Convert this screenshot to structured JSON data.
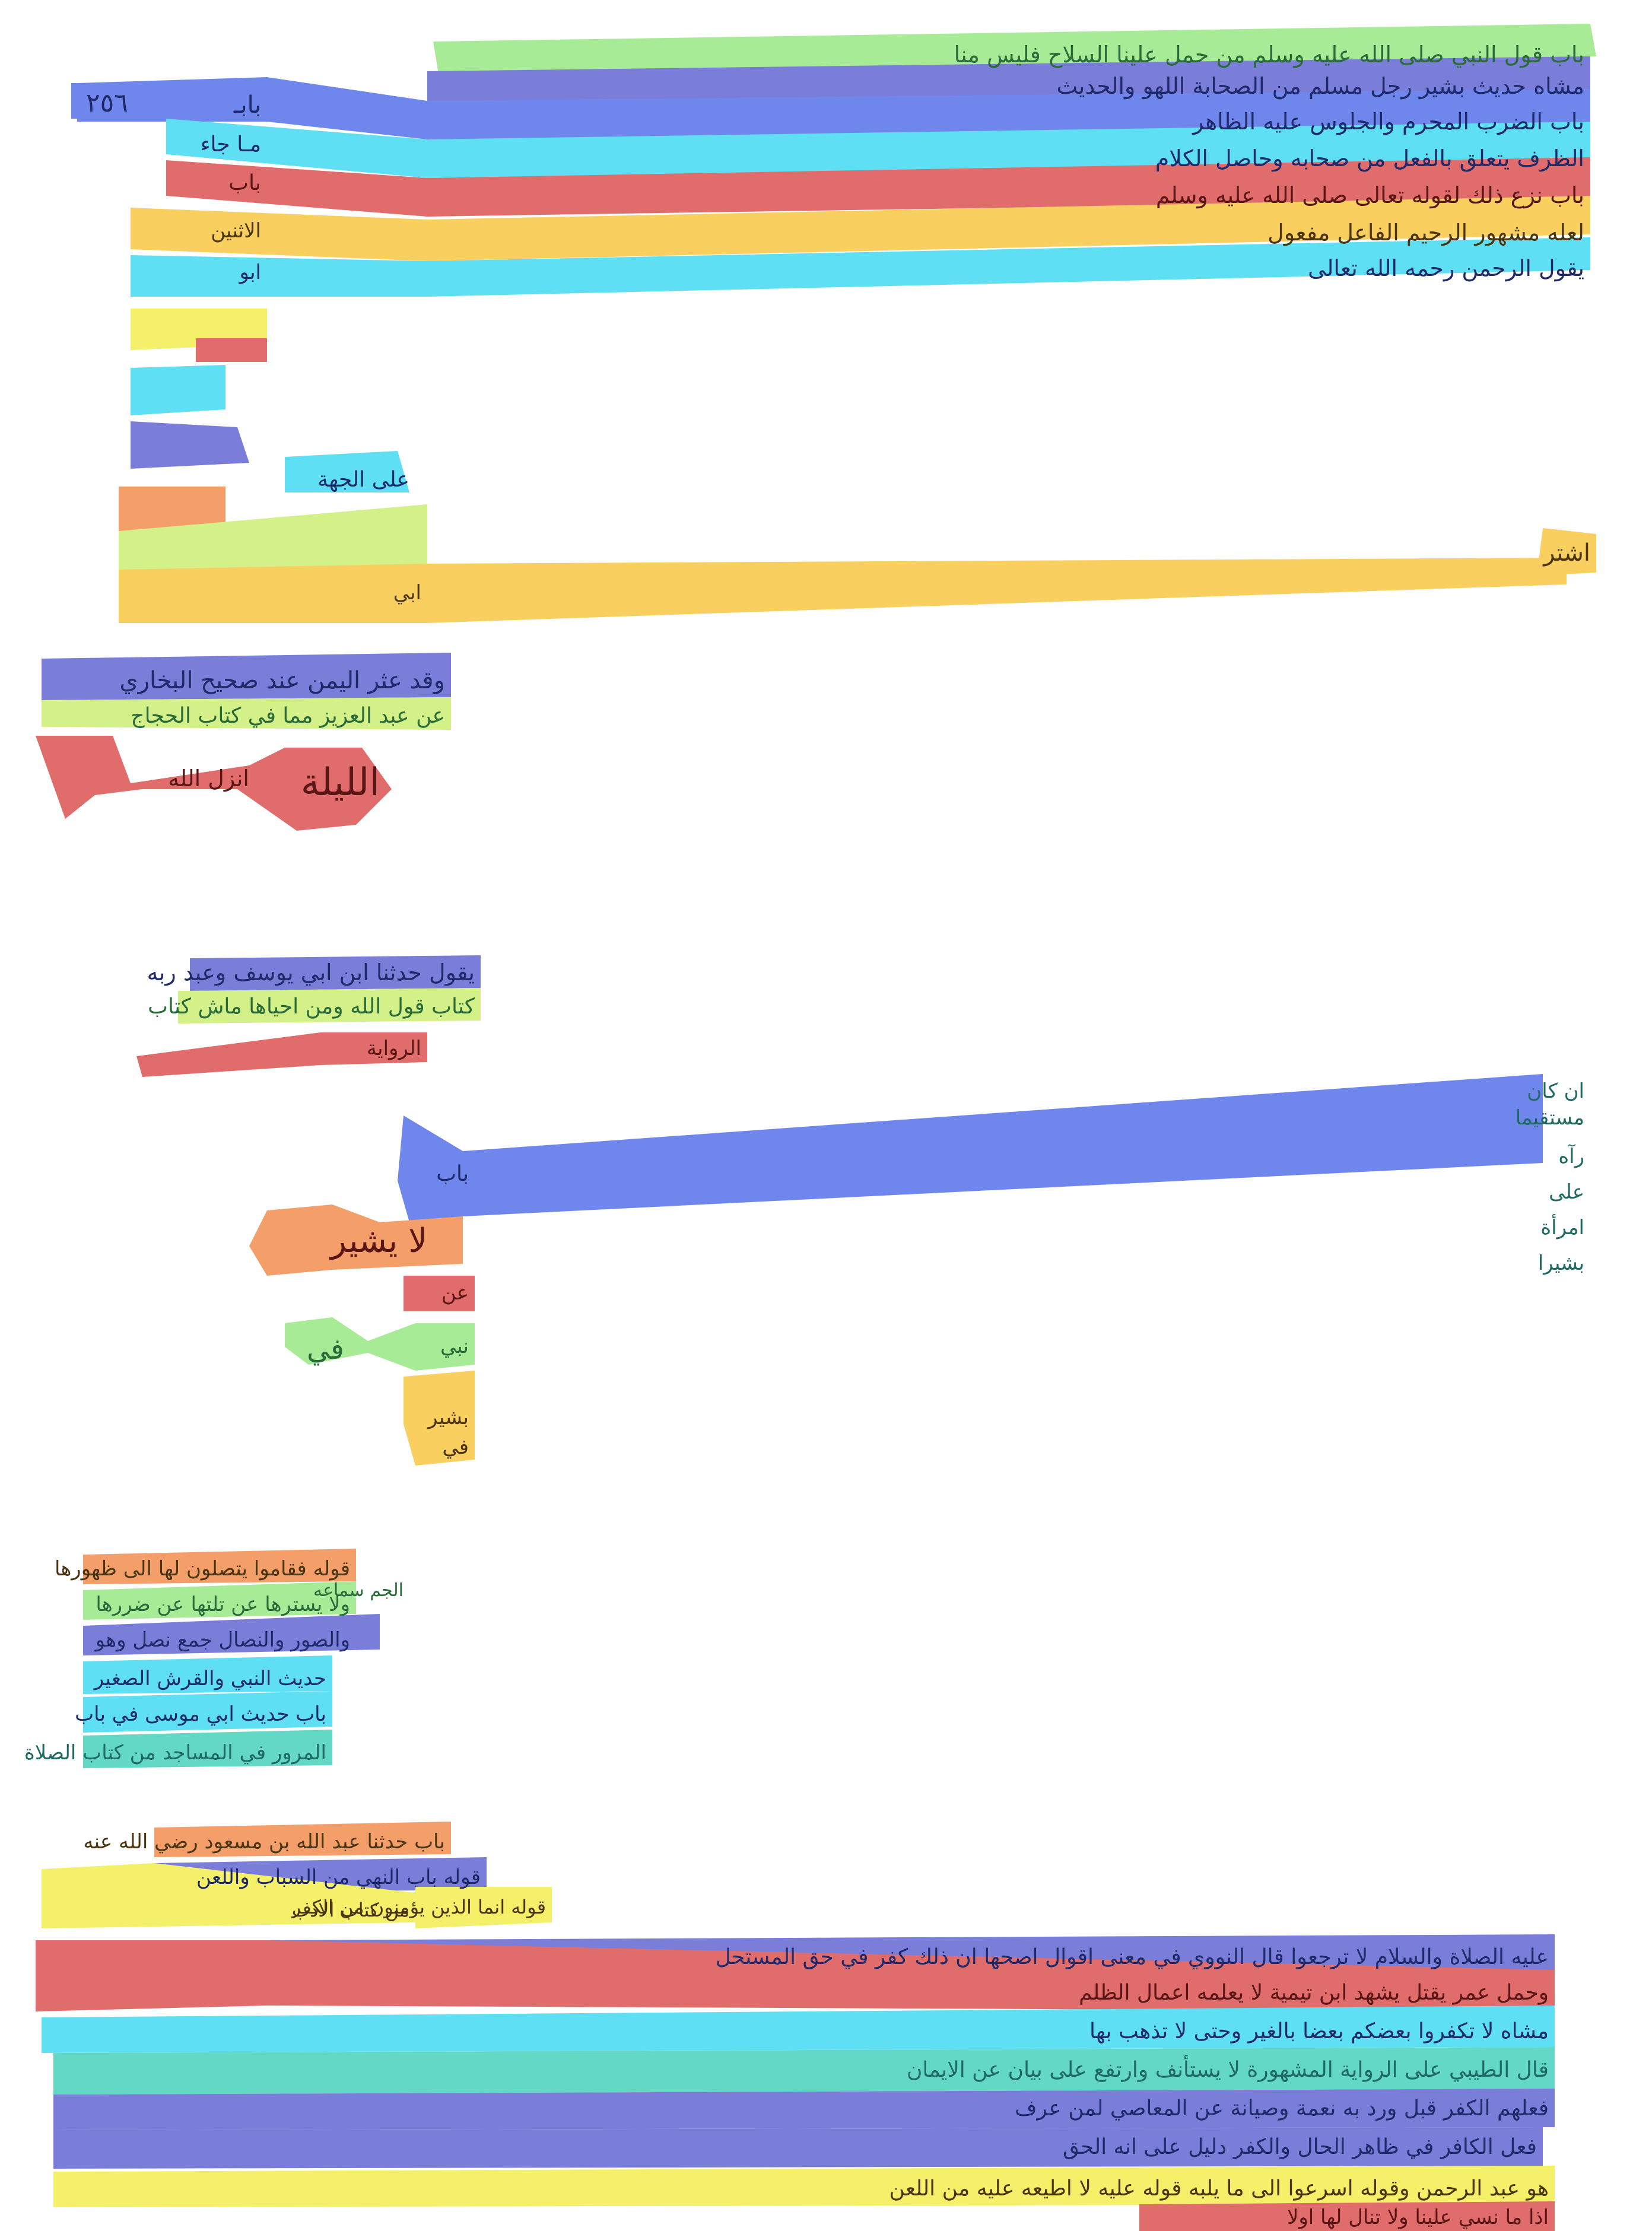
{
  "page": {
    "background": "#ffffff",
    "ink_color": "#1f2a6b",
    "palette": {
      "blue": "#6f86ec",
      "cyan": "#5fdff3",
      "red": "#e06c6c",
      "gold": "#f9cf5f",
      "green": "#a8eb97",
      "orange": "#f49f6a",
      "yellow": "#f4f06a",
      "teal": "#63d8c4",
      "lime": "#d3f089",
      "purple": "#7b7ed8"
    }
  },
  "top_block": {
    "lines": [
      "باب قول النبي صلى الله عليه وسلم من حمل علينا السلاح فليس منا",
      "مشاه حديث بشير رجل مسلم من الصحابة اللهو والحديث",
      "باب الضرب المحرم والجلوس عليه الظاهر",
      "الظرف يتعلق بالفعل من صحابه وحاصل الكلام",
      "باب نزع ذلك لقوله تعالى صلى الله عليه وسلم",
      "لعله مشهور الرحيم الفاعل مفعول",
      "يقول الرحمن رحمه الله تعالى"
    ],
    "margin_left": [
      "بابـ",
      "مـا جاء",
      "باب",
      "الاثنين",
      "ابو",
      "على الجهة",
      "ابي"
    ],
    "margin_right_note": "اشتر"
  },
  "block_2": {
    "lines": [
      "وقد عثر اليمن عند صحيح البخاري",
      "عن عبد العزيز مما في كتاب الحجاج",
      "انزل الله"
    ],
    "big_word": "الليلة"
  },
  "block_3": {
    "lines": [
      "يقول حدثنا ابن ابي يوسف وعبد ربه",
      "كتاب قول الله ومن احياها ماش كتاب",
      "الرواية"
    ]
  },
  "block_4": {
    "right_note": [
      "ان كان",
      "مستقيما",
      "رآه",
      "على",
      "امرأة",
      "بشيرا"
    ],
    "left_margin": [
      "باب",
      "عن",
      "نبي",
      "بشير",
      "في"
    ],
    "big_word": "لا يشير",
    "small_word": "في"
  },
  "block_5": {
    "lines": [
      "قوله فقاموا يتصلون لها الى ظهورها",
      "ولا يسترها عن تلتها عن ضررها",
      "والصور والنصال جمع نصل وهو",
      "حديث النبي والقرش الصغير",
      "باب حديث ابي موسى في باب",
      "المرور في المساجد من كتاب الصلاة"
    ],
    "margin_note": "الجم سماعه"
  },
  "bottom_block": {
    "heading_lines": [
      "باب حدثنا عبد الله بن مسعود رضي الله عنه",
      "قوله باب النهي من السباب واللعن",
      "من كتاب الادب",
      "قوله انما الذين يؤمنون من الكفر"
    ],
    "lines": [
      "عليه الصلاة والسلام لا ترجعوا قال النووي في معنى اقوال اصحها ان ذلك كفر في حق المستحل",
      "وحمل عمر يقتل يشهد ابن تيمية لا يعلمه اعمال الظلم",
      "مشاه لا تكفروا بعضكم بعضا بالغير وحتى لا تذهب بها",
      "قال الطيبي على الرواية المشهورة لا يستأنف وارتفع على بيان عن الايمان",
      "فعلهم الكفر قبل ورد به نعمة وصيانة عن المعاصي لمن عرف",
      "فعل الكافر في ظاهر الحال والكفر دليل على انه الحق",
      "هو عبد الرحمن وقوله اسرعوا الى ما يلبه قوله عليه لا اطيعه عليه من اللعن",
      "اذا ما نسي علينا ولا تنال لها اولا"
    ]
  }
}
